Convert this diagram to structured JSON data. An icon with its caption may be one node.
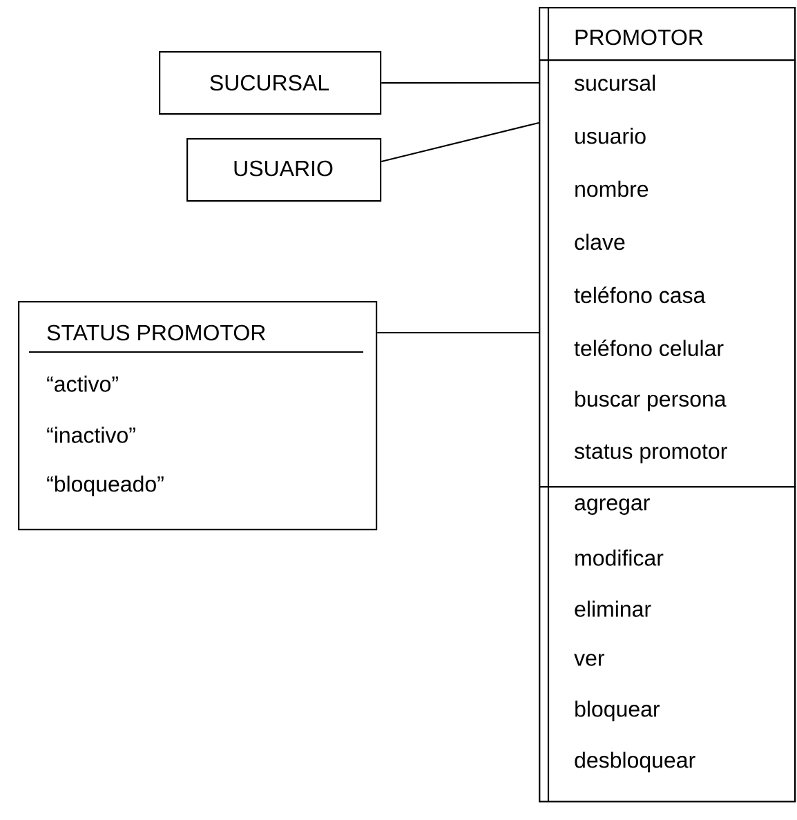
{
  "diagram": {
    "nodes": [
      {
        "text": [
          "PROMOTOR"
        ]
      },
      {
        "text": [
          "sucursal",
          "usuario",
          "nombre",
          "clave",
          "teléfono casa",
          "teléfono celular",
          "buscar persona",
          "status promotor"
        ],
        "in": 0
      },
      {
        "text": [
          "agregar",
          "modificar",
          "eliminar",
          "ver",
          "bloquear",
          "desbloquear"
        ],
        "in": 0
      },
      {
        "text": [
          "SUCURSAL"
        ]
      },
      {
        "text": [
          "USUARIO"
        ]
      },
      {
        "text": [
          "STATUS PROMOTOR",
          "“activo”",
          "“inactivo”",
          "“bloqueado”"
        ]
      }
    ],
    "edges": [
      {
        "from": 3,
        "to": 1,
        "arrow": "none"
      },
      {
        "from": 4,
        "to": 1,
        "arrow": "none"
      },
      {
        "from": 5,
        "to": 1,
        "arrow": "none"
      }
    ]
  }
}
